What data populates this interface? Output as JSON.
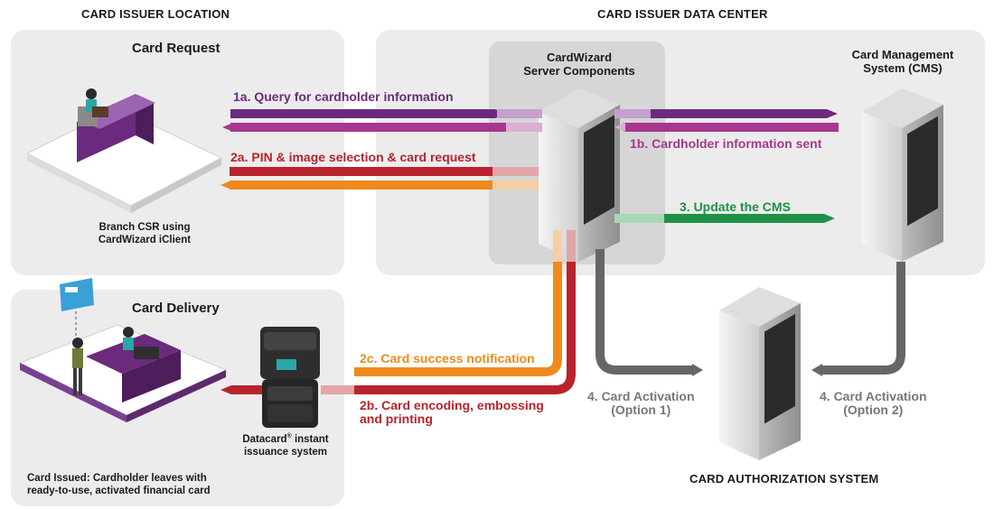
{
  "sections": {
    "issuer_location": "CARD ISSUER LOCATION",
    "data_center": "CARD ISSUER DATA CENTER",
    "authorization_system": "CARD AUTHORIZATION SYSTEM"
  },
  "panels": {
    "card_request": {
      "title": "Card Request",
      "caption_line1": "Branch CSR using",
      "caption_line2": "CardWizard iClient"
    },
    "card_delivery": {
      "title": "Card Delivery",
      "caption_line1": "Card Issued: Cardholder leaves with",
      "caption_line2": "ready-to-use, activated financial card"
    }
  },
  "components": {
    "cardwizard_line1": "CardWizard",
    "cardwizard_line2": "Server Components",
    "cms_line1": "Card Management",
    "cms_line2": "System (CMS)",
    "printer_line1": "Datacard",
    "printer_reg": "®",
    "printer_line1b": " instant",
    "printer_line2": "issuance system"
  },
  "flows": {
    "f1a": "1a. Query for cardholder information",
    "f1b": "1b. Cardholder information sent",
    "f2a": "2a. PIN & image selection & card request",
    "f3": "3. Update the CMS",
    "f2c": "2c. Card success notification",
    "f2b_line1": "2b. Card encoding, embossing",
    "f2b_line2": "and printing",
    "f4a_line1": "4. Card Activation",
    "f4a_line2": "(Option 1)",
    "f4b_line1": "4. Card Activation",
    "f4b_line2": "(Option 2)"
  },
  "colors": {
    "purple": "#6b2a7e",
    "magenta": "#a8368f",
    "red": "#b8232d",
    "orange": "#ef8a1c",
    "green": "#1e9146",
    "gray": "#666666"
  }
}
